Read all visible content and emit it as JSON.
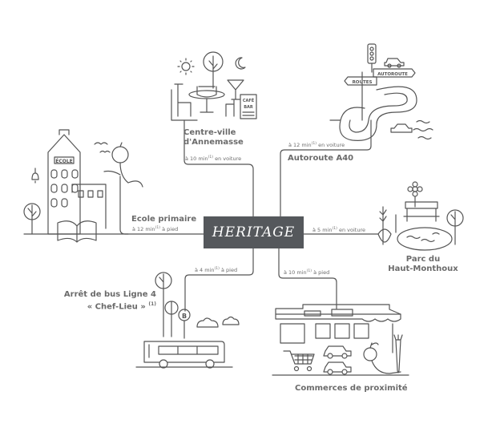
{
  "brand": {
    "logo_text": "HERITAGE",
    "color": "#55585c",
    "line_color": "#555555"
  },
  "destinations": {
    "centre_ville": {
      "name_line1": "Centre-ville",
      "name_line2": "d'Annemasse",
      "distance_time": "à 10 min",
      "distance_note": "(1)",
      "distance_mode": "en voiture",
      "signs": [
        "CAFÉ",
        "BAR"
      ]
    },
    "autoroute": {
      "name": "Autoroute A40",
      "distance_time": "à 12 min",
      "distance_note": "(1)",
      "distance_mode": "en voiture",
      "signs": [
        "AUTOROUTE",
        "ROUTES"
      ]
    },
    "ecole": {
      "name": "Ecole primaire",
      "distance_time": "à 12 min",
      "distance_note": "(1)",
      "distance_mode": "à pied",
      "sign": "ÉCOLE"
    },
    "parc": {
      "name_line1": "Parc du",
      "name_line2": "Haut-Monthoux",
      "distance_time": "à 5 min",
      "distance_note": "(1)",
      "distance_mode": "en voiture"
    },
    "bus": {
      "name_line1": "Arrêt de bus Ligne 4",
      "name_line2": "« Chef-Lieu »",
      "name_note": "(1)",
      "distance_time": "à 4 min",
      "distance_note": "(1)",
      "distance_mode": "à pied",
      "stop_sign": "B"
    },
    "commerces": {
      "name": "Commerces de proximité",
      "distance_time": "à 10 min",
      "distance_note": "(1)",
      "distance_mode": "à pied"
    }
  }
}
